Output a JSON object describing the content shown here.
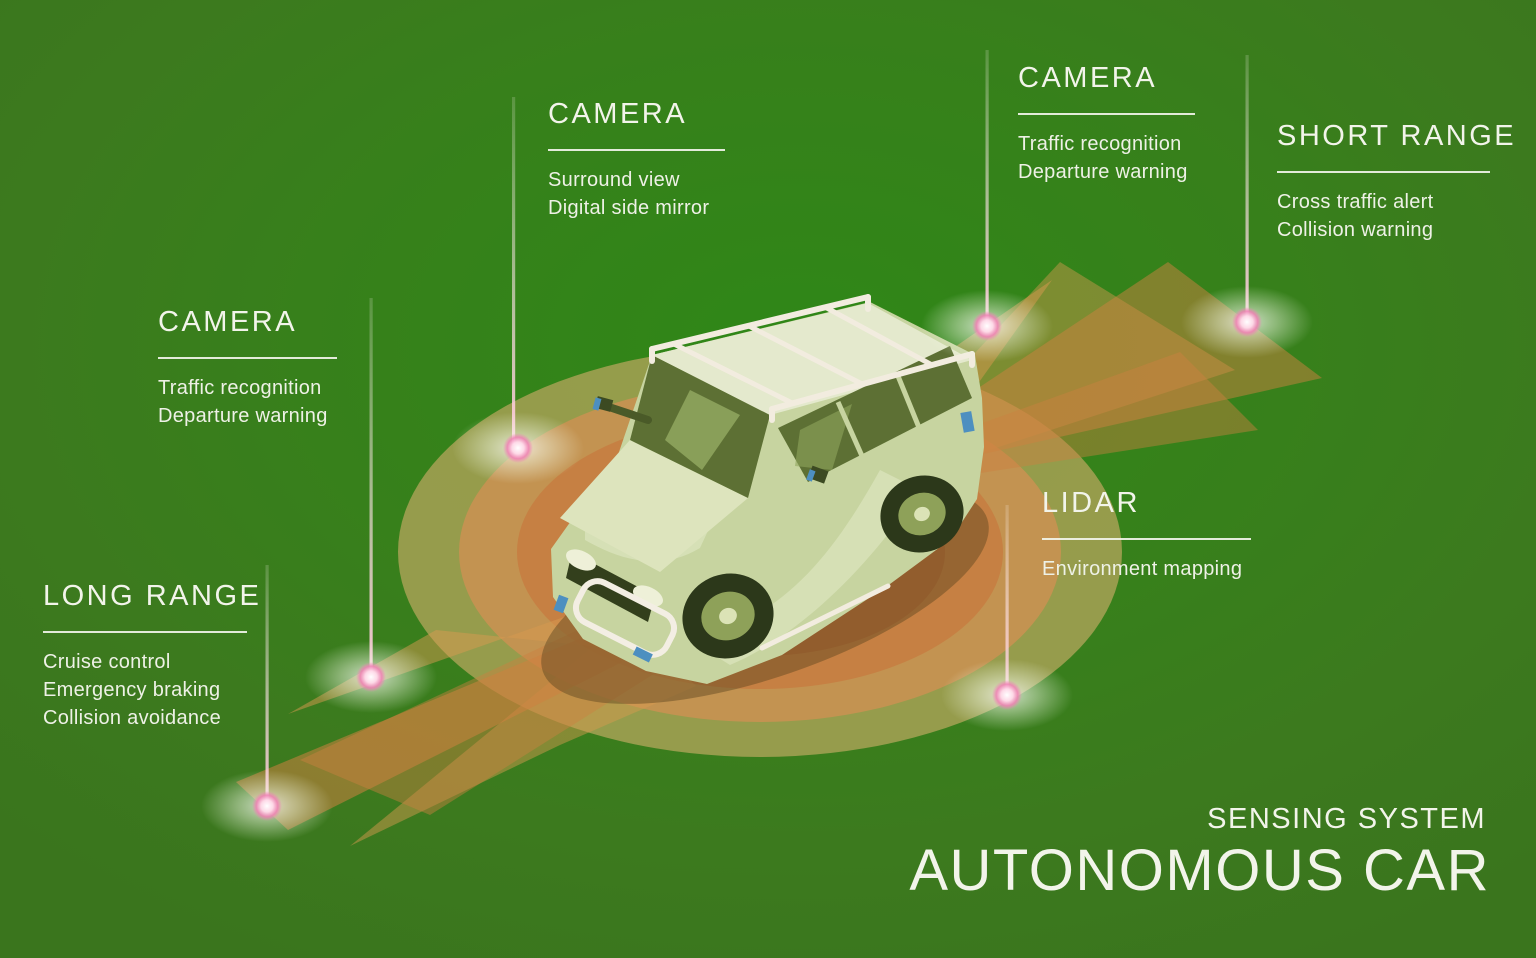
{
  "footer": {
    "eyebrow": "SENSING SYSTEM",
    "main": "AUTONOMOUS CAR"
  },
  "labels": [
    {
      "id": "camera-front",
      "title": "CAMERA",
      "lines": [
        "Surround view",
        "Digital side mirror"
      ]
    },
    {
      "id": "camera-rear",
      "title": "CAMERA",
      "lines": [
        "Traffic recognition",
        "Departure warning"
      ]
    },
    {
      "id": "short-range",
      "title": "SHORT RANGE",
      "lines": [
        "Cross traffic alert",
        "Collision warning"
      ]
    },
    {
      "id": "camera-side",
      "title": "CAMERA",
      "lines": [
        "Traffic recognition",
        "Departure warning"
      ]
    },
    {
      "id": "long-range",
      "title": "LONG RANGE",
      "lines": [
        "Cruise control",
        "Emergency braking",
        "Collision avoidance"
      ]
    },
    {
      "id": "lidar",
      "title": "LIDAR",
      "lines": [
        "Environment mapping"
      ]
    }
  ],
  "colors": {
    "background_green": "#3a7d1d",
    "background_green_bright": "#2f8717",
    "beam_orange": "#d79a4f",
    "beam_orange_deep": "#cd8140",
    "ring_outer": "#a7a155",
    "ring_mid": "#c79351",
    "ring_inner": "#c67e42",
    "ring_core": "#bf7139",
    "glow_pink": "#f07fb4",
    "text_white": "#f2f4ea",
    "car_body": "#c7d4a0",
    "car_roof": "#e4e9cd",
    "car_glass": "#5d7034",
    "accent_blue": "#4d8fc0",
    "rack_white": "#f2ecdf"
  }
}
